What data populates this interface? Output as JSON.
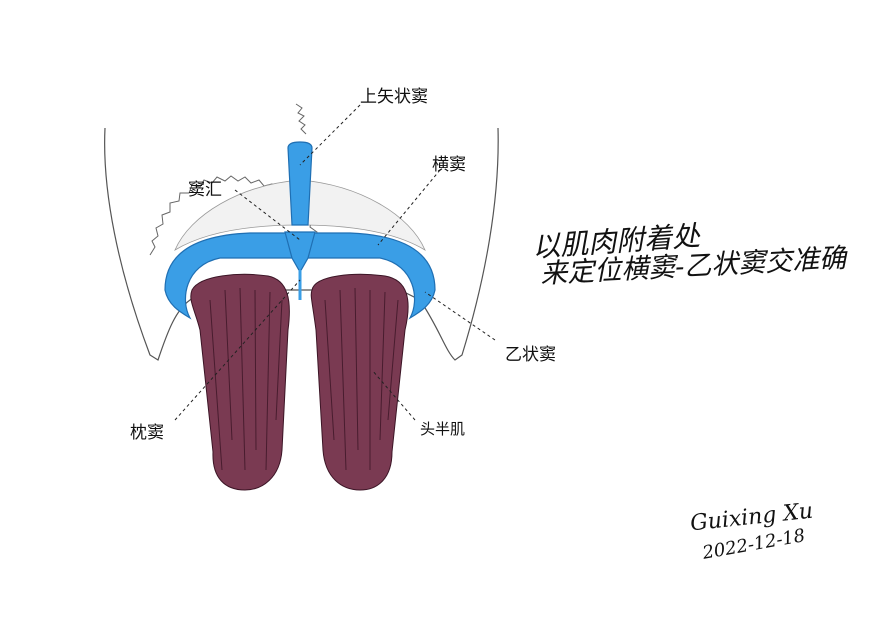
{
  "labels": {
    "superior_sagittal_sinus": "上矢状窦",
    "transverse_sinus": "横窦",
    "confluence_of_sinuses": "窦汇",
    "sigmoid_sinus": "乙状窦",
    "occipital_sinus": "枕窦",
    "semispinalis_capitis": "头半肌"
  },
  "note": {
    "line1": "以肌肉附着处",
    "line2": "来定位横窦-乙状窦交准确"
  },
  "signature": {
    "name": "Guixing Xu",
    "date": "2022-12-18"
  },
  "colors": {
    "sinus": "#3a9ee6",
    "sinus_edge": "#1f6fb3",
    "muscle": "#7a3a52",
    "muscle_line": "#3c1526",
    "bone_outline": "#555555",
    "bone_fill": "#ffffff",
    "leader": "#222222"
  }
}
